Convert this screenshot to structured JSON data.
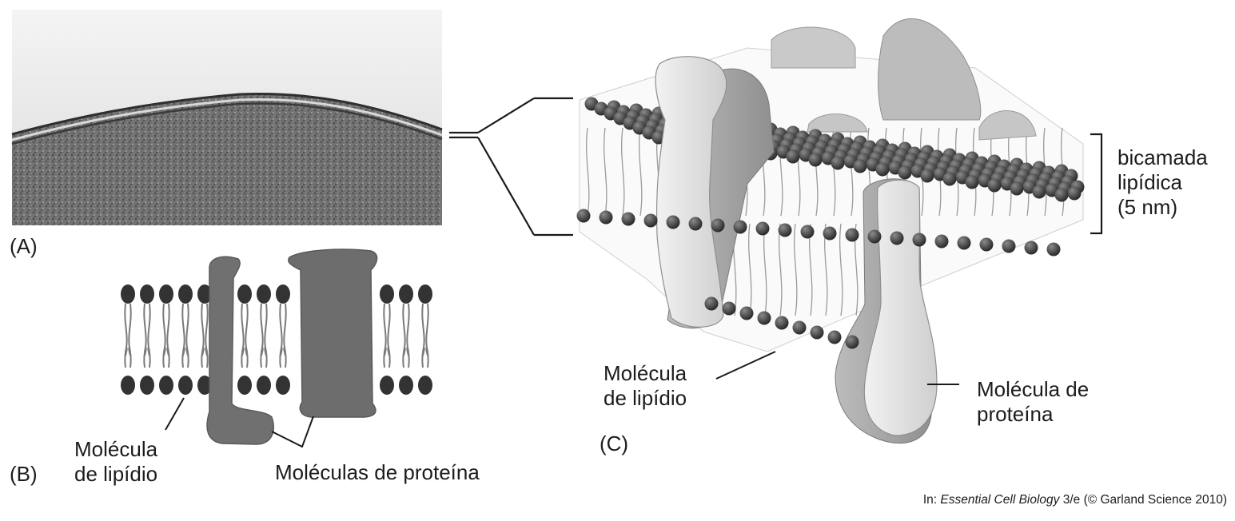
{
  "panels": {
    "a": {
      "label": "(A)"
    },
    "b": {
      "label": "(B)",
      "lipid_label": [
        "Molécula",
        "de lipídio"
      ],
      "protein_label": "Moléculas de proteína"
    },
    "c": {
      "label": "(C)",
      "bilayer_label": [
        "bicamada",
        "lipídica",
        "(5 nm)"
      ],
      "lipid_label": [
        "Molécula",
        "de lipídio"
      ],
      "protein_label": [
        "Molécula de",
        "proteína"
      ]
    }
  },
  "credit": {
    "prefix": "In: ",
    "title": "Essential Cell Biology",
    "suffix": " 3/e (© Garland Science 2010)"
  },
  "colors": {
    "lipid_head": "#333333",
    "lipid_tail": "#7a7a7a",
    "protein_dark": "#6f6f6f",
    "protein_light": "#e6e6e6",
    "micrograph": "#6a6a6a"
  }
}
